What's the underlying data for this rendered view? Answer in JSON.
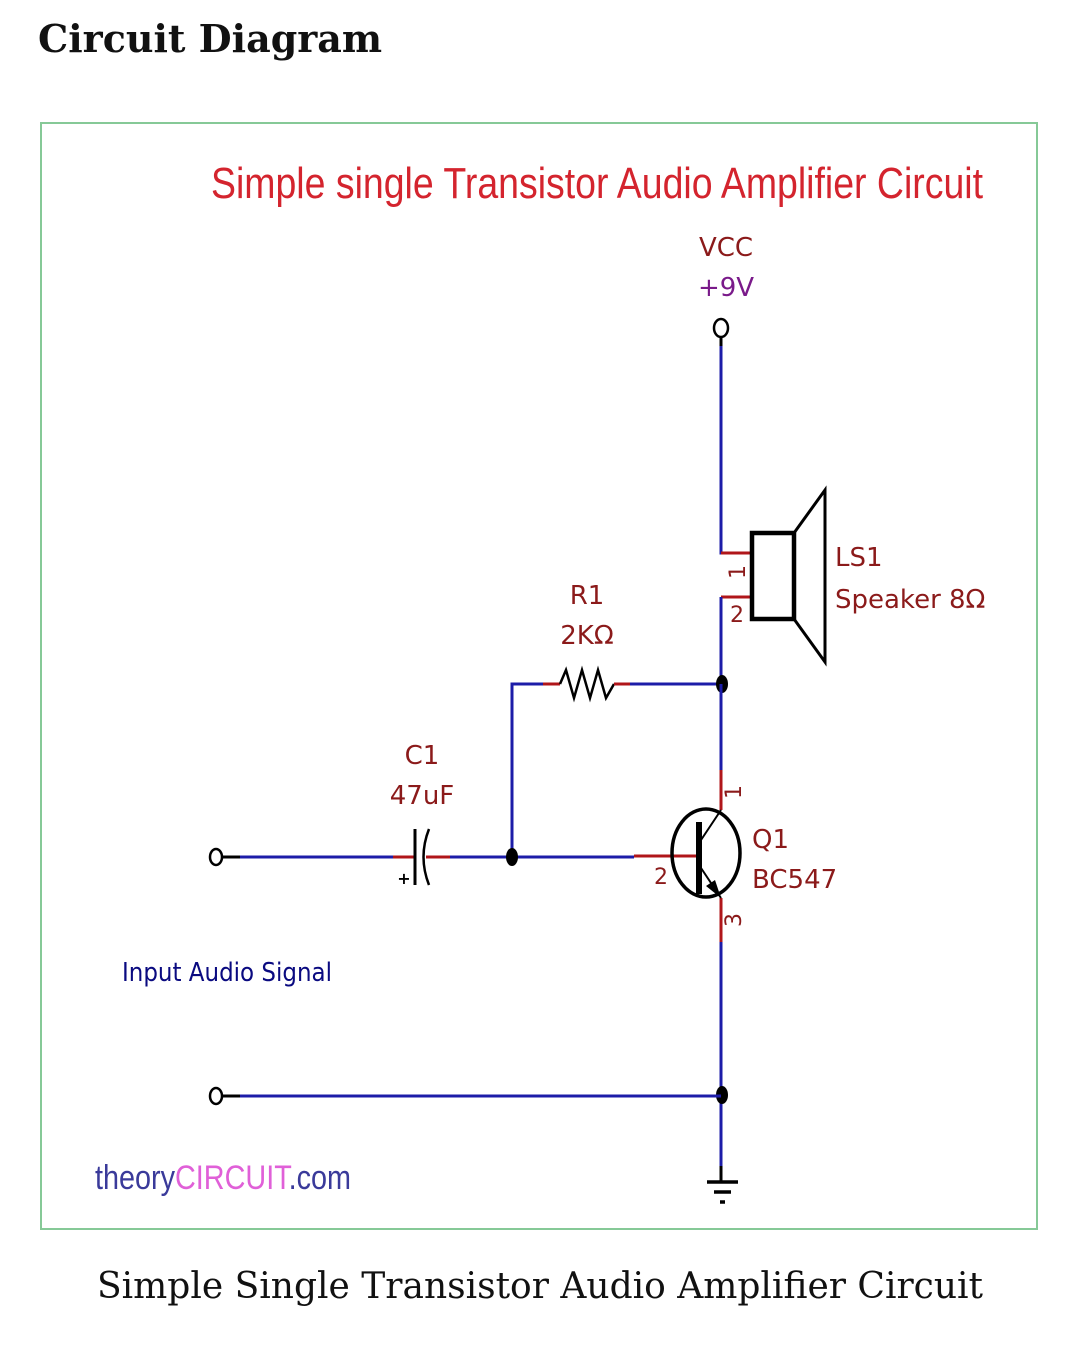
{
  "page": {
    "heading": "Circuit Diagram",
    "caption": "Simple Single Transistor Audio Amplifier Circuit"
  },
  "diagram": {
    "title": "Simple single Transistor Audio Amplifier Circuit",
    "supply": {
      "name": "VCC",
      "value": "+9V"
    },
    "speaker": {
      "ref": "LS1",
      "value": "Speaker 8Ω",
      "pins": [
        "1",
        "2"
      ]
    },
    "resistor": {
      "ref": "R1",
      "value": "2KΩ"
    },
    "capacitor": {
      "ref": "C1",
      "value": "47uF",
      "polarity": "+"
    },
    "transistor": {
      "ref": "Q1",
      "value": "BC547",
      "pins": [
        "1",
        "2",
        "3"
      ]
    },
    "input_label": "Input Audio Signal",
    "brand": {
      "part1": "theory",
      "part2": "CIRCUIT",
      "part3": ".com"
    },
    "colors": {
      "wire": "#1c1ca8",
      "lead": "#b0161a",
      "title": "#d4242e",
      "label": "#8b1a1a",
      "frame": "#86c997",
      "brand_dark": "#3a3a9a",
      "brand_accent": "#e060d8"
    }
  }
}
